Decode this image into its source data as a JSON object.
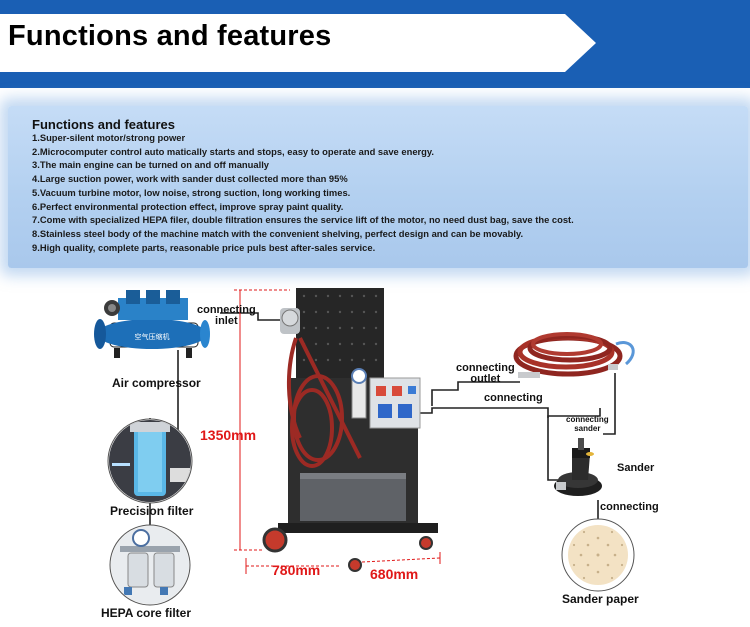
{
  "header": {
    "title": "Functions and features"
  },
  "features": {
    "title": "Functions and features",
    "items": [
      "1.Super-silent motor/strong power",
      "2.Microcomputer control auto matically starts and stops, easy to operate and save energy.",
      "3.The main engine can be turned on and off manually",
      "4.Large suction power, work with sander dust collected more than 95%",
      "5.Vacuum turbine motor, low noise, strong suction, long working times.",
      "6.Perfect environmental protection effect, improve spray paint quality.",
      "7.Come with specialized HEPA filer, double filtration ensures the service lift of the motor, no need dust bag, save the cost.",
      "8.Stainless steel body of the machine match with the convenient shelving, perfect design and can be movably.",
      "9.High quality, complete parts, reasonable price puls best after-sales service."
    ]
  },
  "diagram": {
    "air_compressor": "Air compressor",
    "compressor_tank_text": "空气压缩机",
    "precision_filter": "Precision filter",
    "hepa_filter": "HEPA core filter",
    "connecting_inlet": "connecting\ninlet",
    "connecting_outlet": "connecting\noutlet",
    "connecting": "connecting",
    "connecting_sander": "connecting\nsander",
    "sander": "Sander",
    "connecting_paper": "connecting",
    "sander_paper": "Sander paper",
    "height": "1350mm",
    "depth": "780mm",
    "width": "680mm"
  },
  "colors": {
    "banner": "#1a5fb4",
    "panel": "#b8d3f1",
    "dimension": "#e01818",
    "hose": "#9c2a24",
    "machine": "#2a2a2a"
  }
}
